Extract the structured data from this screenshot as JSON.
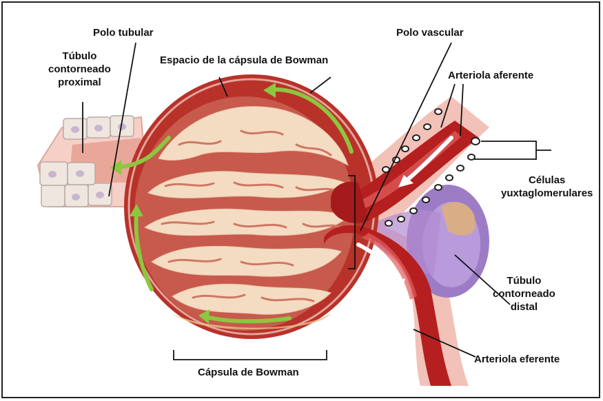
{
  "colors": {
    "capsule": "#b8322a",
    "capsule_dark": "#8e1f1b",
    "capsule_light": "#e2a39a",
    "glomerulus_bg": "#c75a4c",
    "glomerulus_tissue": "#f4dcc3",
    "arteriole": "#b51f1f",
    "arteriole_light": "#e26060",
    "tubule_pink": "#f6cfc6",
    "distal_purple": "#9d7cc6",
    "distal_inner": "#b99bdc",
    "macula": "#d9ad86",
    "flow_arrow": "#8dc63f",
    "leader": "#111111"
  },
  "labels": {
    "polo_tubular": "Polo tubular",
    "espacio": "Espacio de la cápsula de Bowman",
    "tubulo_proximal": [
      "Túbulo",
      "contorneado",
      "proximal"
    ],
    "polo_vascular": "Polo vascular",
    "arteriola_aferente": "Arteriola aferente",
    "celulas": [
      "Células",
      "yuxtaglomerulares"
    ],
    "tubulo_distal": [
      "Túbulo",
      "contorneado",
      "distal"
    ],
    "arteriola_eferente": "Arteriola eferente",
    "capsula": "Cápsula de Bowman"
  }
}
